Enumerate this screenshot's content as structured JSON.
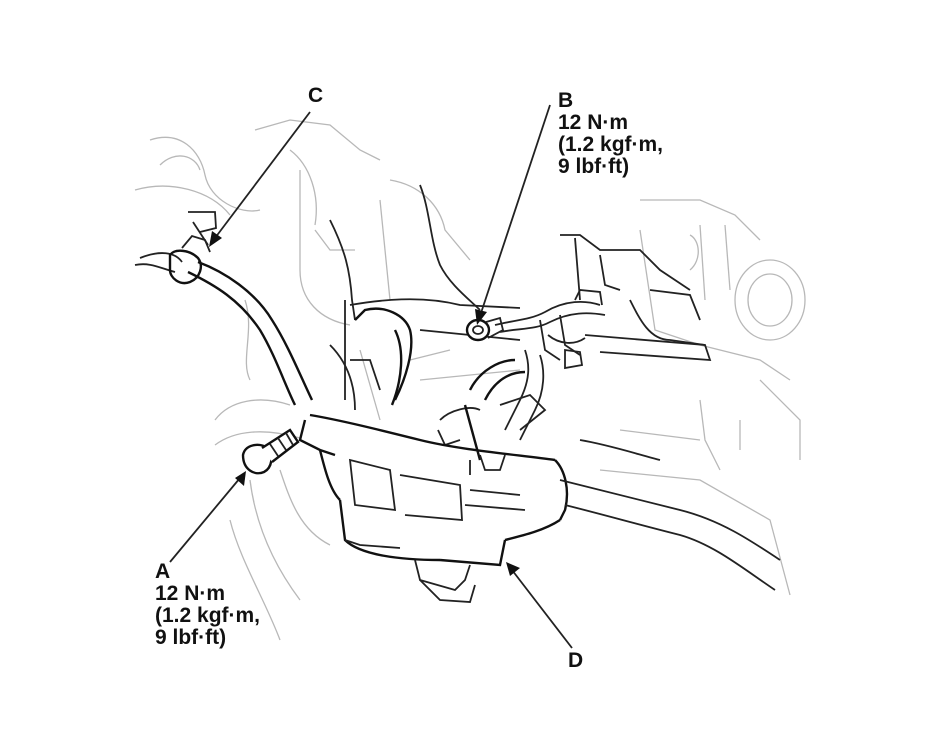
{
  "callouts": {
    "a": {
      "letter": "A",
      "torque_nm": "12 N·m",
      "torque_kgf": "(1.2 kgf·m,",
      "torque_lbf": "9 lbf·ft)"
    },
    "b": {
      "letter": "B",
      "torque_nm": "12 N·m",
      "torque_kgf": "(1.2 kgf·m,",
      "torque_lbf": "9 lbf·ft)"
    },
    "c": {
      "letter": "C"
    },
    "d": {
      "letter": "D"
    }
  },
  "colors": {
    "ink": "#111111",
    "background_lines": "#b8b8b8",
    "background": "#ffffff"
  }
}
